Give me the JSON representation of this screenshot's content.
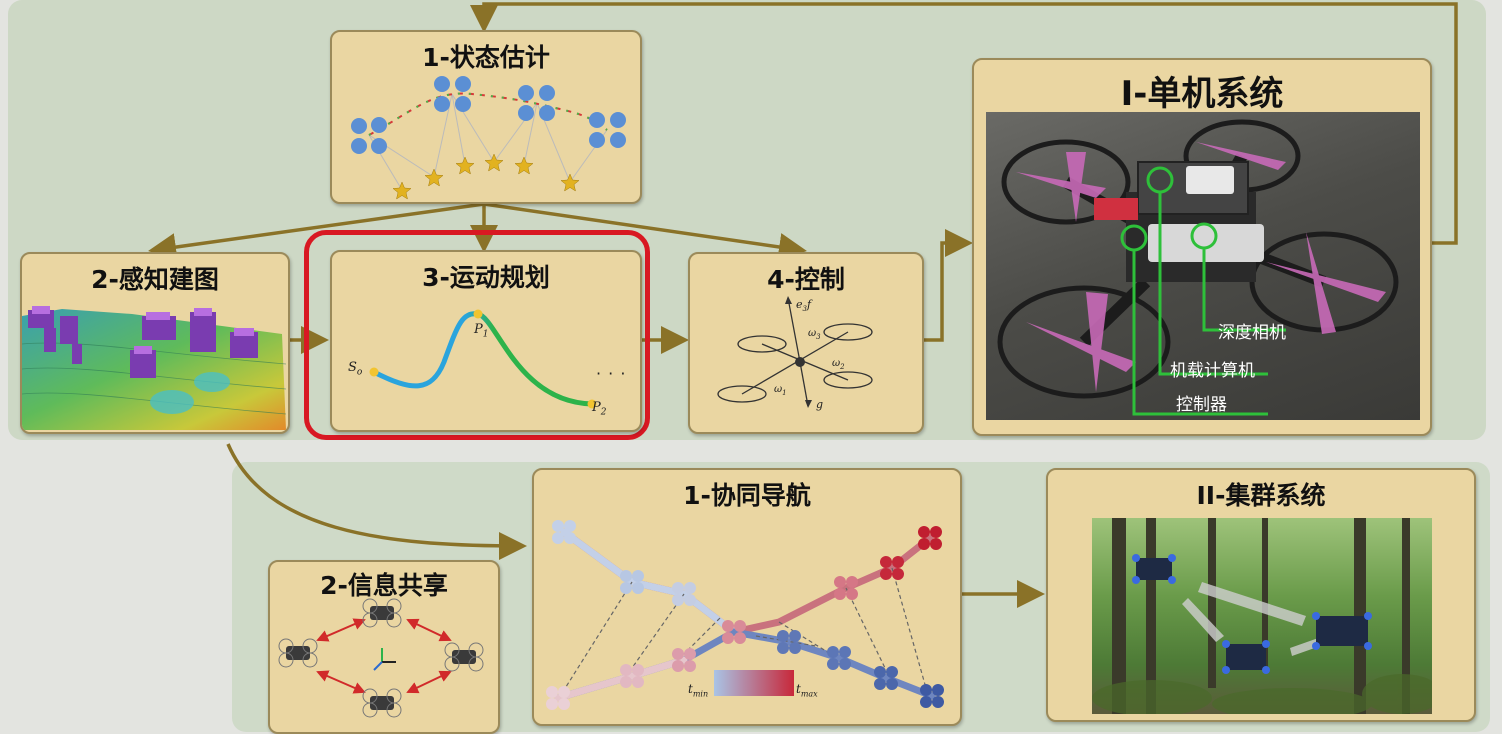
{
  "top_modules": {
    "state_estimation": "1-状态估计",
    "perception_mapping": "2-感知建图",
    "motion_planning": "3-运动规划",
    "control": "4-控制"
  },
  "single_system": {
    "title": "I-单机系统",
    "labels": {
      "depth_camera": "深度相机",
      "onboard_computer": "机载计算机",
      "controller": "控制器"
    }
  },
  "swarm_modules": {
    "coop_navigation": "1-协同导航",
    "info_sharing": "2-信息共享"
  },
  "swarm_system": {
    "title": "II-集群系统"
  },
  "planning_math": {
    "start": "S",
    "start_sub": "o",
    "p1": "P",
    "p1_sub": "1",
    "p2": "P",
    "p2_sub": "2",
    "ellipsis": "· · ·"
  },
  "control_math": {
    "thrust": "e",
    "thrust_sub": "3",
    "thrust_f": "f",
    "gravity": "g",
    "w1": "ω",
    "w1_sub": "1",
    "w2": "ω",
    "w2_sub": "2",
    "w3": "ω",
    "w3_sub": "3"
  },
  "colorbar": {
    "min": "t",
    "min_sub": "min",
    "max": "t",
    "max_sub": "max"
  },
  "colors": {
    "box_fill": "#ead6a2",
    "arrow": "#8a7228",
    "highlight": "#d81822",
    "panel_top": "#cdd8c5",
    "panel_bottom": "#cfdac8",
    "route_blue": "#4e6fb0",
    "route_red": "#c02838",
    "traj_blue": "#2aa4dd",
    "traj_green": "#2db34a",
    "label_green": "#2ec03a"
  }
}
